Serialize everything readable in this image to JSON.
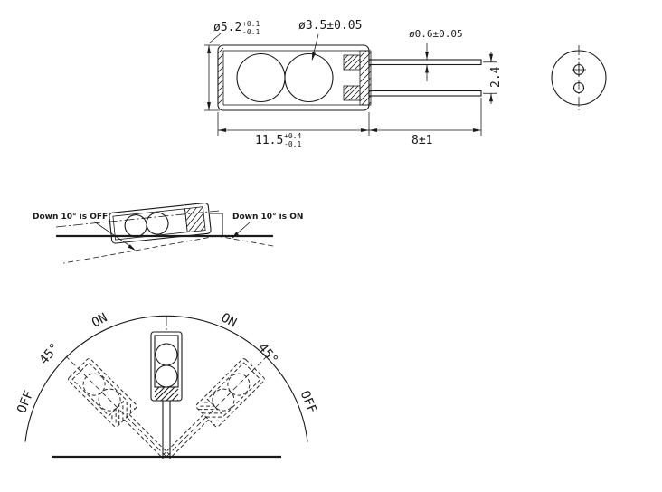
{
  "page": {
    "background": "#ffffff",
    "line_color": "#1a1a1a"
  },
  "side_view": {
    "dim_body_diameter": {
      "value": "ø5.2",
      "tol_plus": "+0.1",
      "tol_minus": "-0.1"
    },
    "dim_ball_diameter": "ø3.5±0.05",
    "dim_lead_diameter": "ø0.6±0.05",
    "dim_lead_spacing": "2.4",
    "dim_body_length": {
      "value": "11.5",
      "tol_plus": "+0.4",
      "tol_minus": "-0.1"
    },
    "dim_lead_length": "8±1"
  },
  "tilt_view": {
    "label_off": "Down 10° is OFF",
    "label_on": "Down 10° is ON"
  },
  "angle_view": {
    "on_left": "ON",
    "on_right": "ON",
    "angle_left": "45°",
    "angle_right": "45°",
    "off_left": "OFF",
    "off_right": "OFF"
  }
}
